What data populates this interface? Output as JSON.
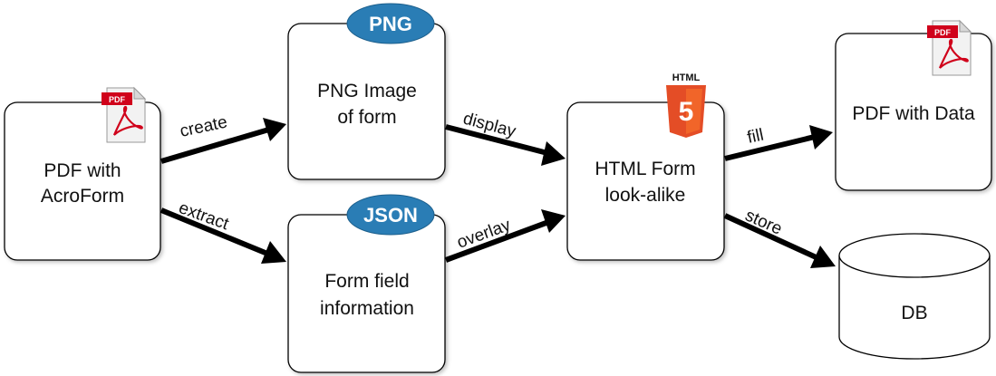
{
  "nodes": {
    "pdf_acroform": {
      "line1": "PDF with",
      "line2": "AcroForm"
    },
    "png_image": {
      "line1": "PNG Image",
      "line2": "of form"
    },
    "form_info": {
      "line1": "Form field",
      "line2": "information"
    },
    "html_form": {
      "line1": "HTML Form",
      "line2": "look-alike"
    },
    "pdf_data": {
      "line1": "PDF with Data"
    },
    "db": {
      "label": "DB"
    }
  },
  "edges": {
    "create": "create",
    "extract": "extract",
    "display": "display",
    "overlay": "overlay",
    "fill": "fill",
    "store": "store"
  },
  "badges": {
    "png": "PNG",
    "json": "JSON",
    "pdf_icon_text": "PDF",
    "html_icon_word": "HTML",
    "html_icon_number": "5"
  },
  "colors": {
    "badge_blue": "#2a7db5",
    "pdf_red": "#d0021b",
    "html5_orange": "#e44d26",
    "arrow": "#000000"
  }
}
